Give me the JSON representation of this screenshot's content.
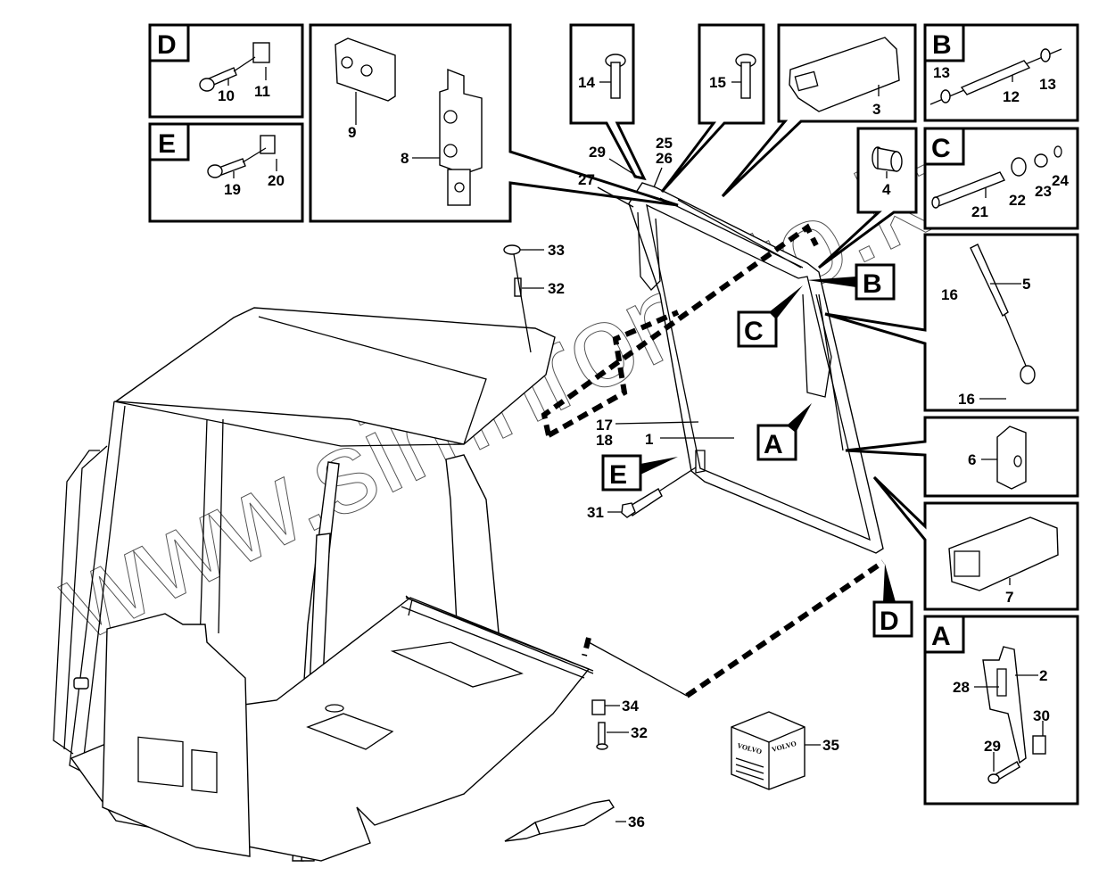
{
  "diagram": {
    "title": "Cab door assembly exploded parts diagram",
    "watermark": "www.simnront-to.kz",
    "colors": {
      "line": "#000000",
      "background": "#ffffff",
      "watermark": "#555555"
    },
    "detail_boxes": {
      "D": {
        "letter": "D",
        "parts": [
          "10",
          "11"
        ]
      },
      "E": {
        "letter": "E",
        "parts": [
          "19",
          "20"
        ]
      },
      "hinge": {
        "parts": [
          "9",
          "8"
        ]
      },
      "bolt14": {
        "parts": [
          "14"
        ]
      },
      "bolt15": {
        "parts": [
          "15"
        ]
      },
      "seal3": {
        "parts": [
          "3"
        ]
      },
      "B": {
        "letter": "B",
        "parts": [
          "13",
          "12",
          "13"
        ]
      },
      "bush4": {
        "parts": [
          "4"
        ]
      },
      "C": {
        "letter": "C",
        "parts": [
          "21",
          "22",
          "23",
          "24"
        ]
      },
      "strut5": {
        "parts": [
          "16",
          "5",
          "16"
        ]
      },
      "block6": {
        "parts": [
          "6"
        ]
      },
      "seal7": {
        "parts": [
          "7"
        ]
      },
      "A": {
        "letter": "A",
        "parts": [
          "28",
          "2",
          "30",
          "29"
        ]
      }
    },
    "main_callouts": {
      "door": [
        "29",
        "25",
        "26",
        "27",
        "17",
        "18",
        "1",
        "31"
      ],
      "cab": [
        "33",
        "32",
        "34",
        "32",
        "35",
        "36"
      ],
      "reference_tags": [
        "B",
        "C",
        "A",
        "E",
        "D"
      ]
    },
    "package_text": "VOLVO"
  }
}
